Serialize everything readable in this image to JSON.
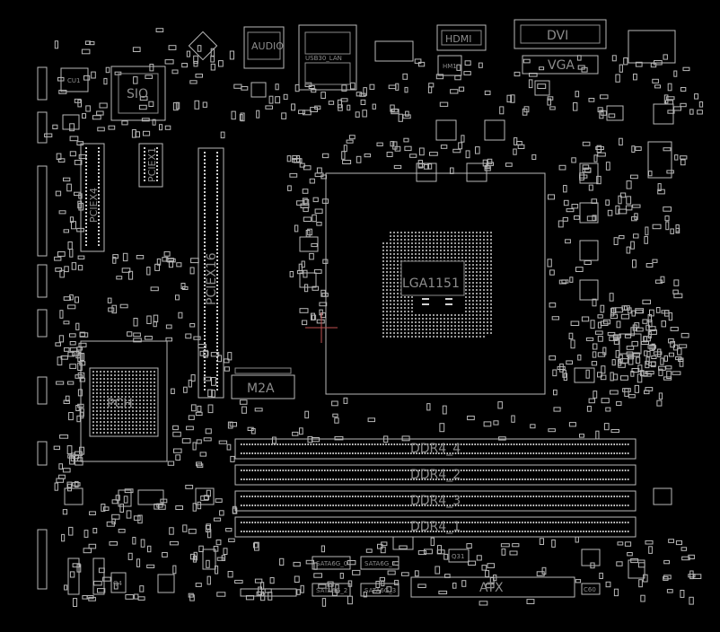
{
  "labels": {
    "audio": "AUDIO",
    "usb_lan": "USB30_LAN",
    "hdmi": "HDMI",
    "dvi": "DVI",
    "vga": "VGA",
    "hm1": "HM1",
    "cu1": "CU1",
    "sio": "SIO",
    "pciex4": "PCIEX4",
    "pciex1": "PCIEX1",
    "pciex16": "PCIEX16",
    "cpu_socket": "LGA1151",
    "m2a": "M2A",
    "pch": "PCH",
    "ddr4_4": "DDR4_4",
    "ddr4_2": "DDR4_2",
    "ddr4_3": "DDR4_3",
    "ddr4_1": "DDR4_1",
    "atx": "ATX",
    "sata_0": "SATA6G_0",
    "sata_1": "SATA6G_1",
    "sata_2": "SATA6G_2",
    "sata_3": "SATA6G_3",
    "q31": "Q31",
    "q4": "Q4",
    "c60": "C60"
  },
  "colors": {
    "background": "#000000",
    "outline": "#b8b8b8",
    "label": "#8c8c8c",
    "pad": "#d0d0d0",
    "crosshair": "#c05050"
  }
}
